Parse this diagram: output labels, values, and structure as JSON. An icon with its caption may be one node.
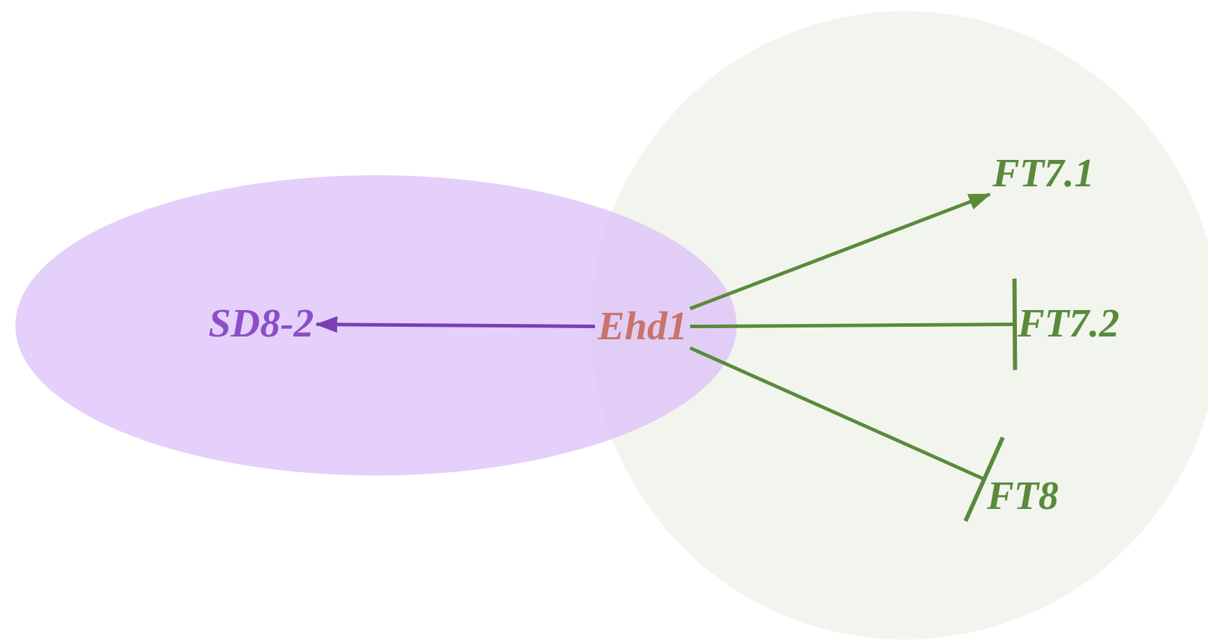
{
  "diagram": {
    "nodes": [
      {
        "text": [],
        "shape": "ellipse"
      },
      {
        "text": [
          "SD8-2"
        ],
        "in": 0
      },
      {
        "text": [
          "Ehd1"
        ]
      },
      {
        "text": [],
        "shape": "circle"
      },
      {
        "text": [
          "FT7.1"
        ],
        "in": 3
      },
      {
        "text": [
          "FT7.2"
        ],
        "in": 3
      },
      {
        "text": [
          "FT8"
        ],
        "in": 3
      }
    ],
    "edges": [
      {
        "from": 2,
        "to": 1,
        "arrow": "to",
        "color": "#7a3fb0"
      },
      {
        "from": 2,
        "to": 4,
        "arrow": "to"
      },
      {
        "from": 2,
        "to": 5,
        "arrow": "other"
      },
      {
        "from": 2,
        "to": 6,
        "arrow": "other"
      }
    ]
  }
}
